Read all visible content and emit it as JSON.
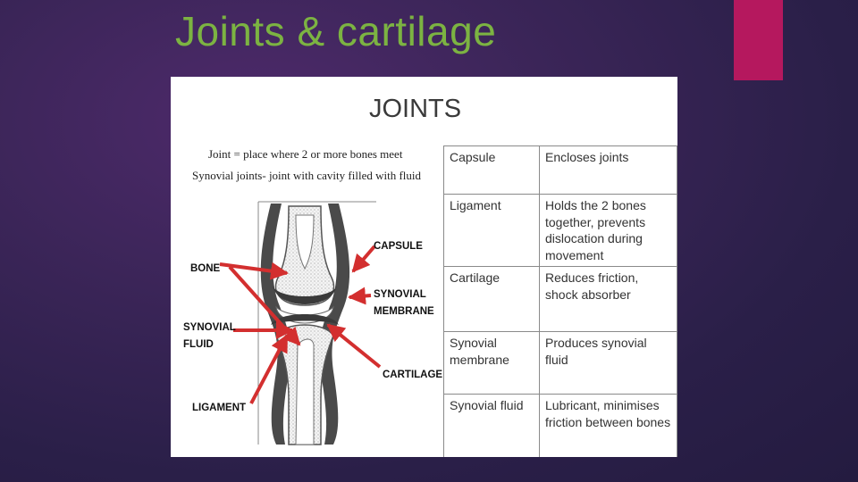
{
  "slide": {
    "title": "Joints & cartilage",
    "accent_color": "#b5185e",
    "title_color": "#7cb342"
  },
  "panel": {
    "heading": "JOINTS",
    "definition_1": "Joint = place where 2 or more bones meet",
    "definition_2": "Synovial joints- joint with cavity filled with fluid",
    "diagram_labels": {
      "capsule": "CAPSULE",
      "bone": "BONE",
      "synovial_membrane_line1": "SYNOVIAL",
      "synovial_membrane_line2": "MEMBRANE",
      "synovial_fluid_line1": "SYNOVIAL",
      "synovial_fluid_line2": "FLUID",
      "cartilage": "CARTILAGE",
      "ligament": "LIGAMENT"
    },
    "arrow_color": "#d32f2f",
    "table": [
      {
        "term": "Capsule",
        "description": "Encloses joints"
      },
      {
        "term": "Ligament",
        "description": "Holds the 2 bones together, prevents dislocation during movement"
      },
      {
        "term": "Cartilage",
        "description": "Reduces friction, shock absorber"
      },
      {
        "term": "Synovial membrane",
        "description": "Produces synovial fluid"
      },
      {
        "term": "Synovial fluid",
        "description": "Lubricant, minimises friction between bones"
      }
    ]
  }
}
